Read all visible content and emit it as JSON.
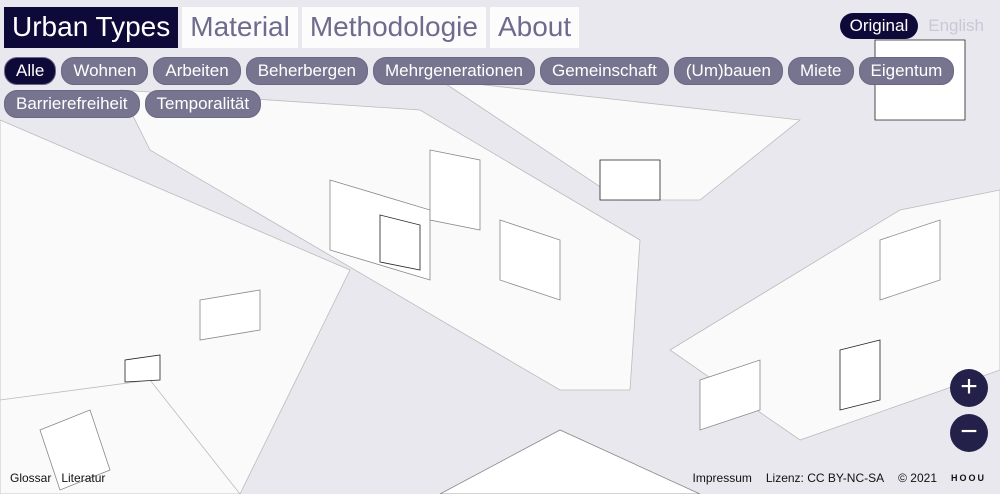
{
  "nav": {
    "brand": "Urban Types",
    "items": [
      "Material",
      "Methodologie",
      "About"
    ]
  },
  "language": {
    "selected": "Original",
    "other": "English"
  },
  "filters": [
    "Alle",
    "Wohnen",
    "Arbeiten",
    "Beherbergen",
    "Mehrgenerationen",
    "Gemeinschaft",
    "(Um)bauen",
    "Miete",
    "Eigentum",
    "Barrierefreiheit",
    "Temporalität"
  ],
  "zoom": {
    "in": "+",
    "out": "−"
  },
  "footer": {
    "glossar": "Glossar",
    "literatur": "Literatur",
    "impressum": "Impressum",
    "license": "Lizenz: CC BY-NC-SA",
    "copyright": "© 2021",
    "logo": "HOOU"
  },
  "colors": {
    "accent": "#0d0a3a",
    "pill": "#77748f",
    "background": "#e9e8ef"
  }
}
